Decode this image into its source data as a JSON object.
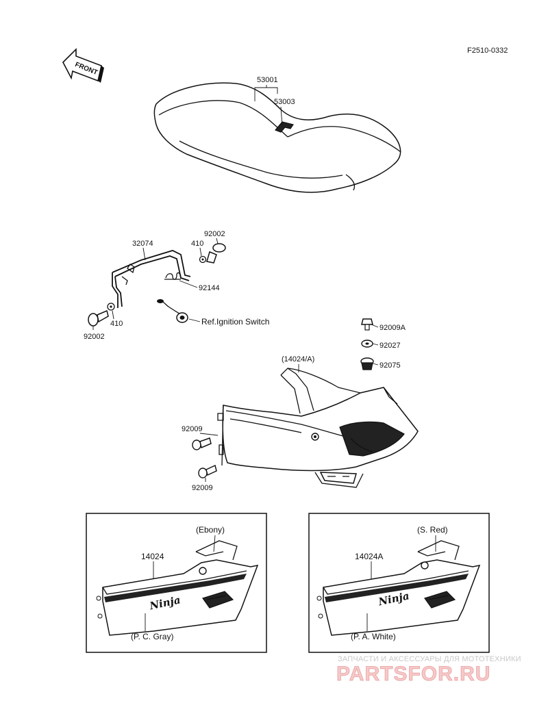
{
  "diagram_code": "F2510-0332",
  "front_arrow": {
    "label": "FRONT"
  },
  "parts": {
    "seat": "53001",
    "seat_strap": "53003",
    "bracket": "32074",
    "bolt_top": "92002",
    "washer_top": "410",
    "spring": "92144",
    "bolt_bottom": "92002",
    "washer_bottom": "410",
    "ignition_ref": "Ref.Ignition Switch",
    "cover_assy": "(14024/A)",
    "screw_top": "92009A",
    "washer_b": "92027",
    "damper": "92075",
    "screw_left_1": "92009",
    "screw_left_2": "92009"
  },
  "variants": [
    {
      "part_no": "14024",
      "color_top": "(Ebony)",
      "color_bottom": "(P. C. Gray)",
      "brand": "Ninja"
    },
    {
      "part_no": "14024A",
      "color_top": "(S. Red)",
      "color_bottom": "(P. A. White)",
      "brand": "Ninja"
    }
  ],
  "watermark": {
    "top": "ЗАПЧАСТИ И АКСЕССУАРЫ ДЛЯ МОТОТЕХНИКИ",
    "brand": "PARTSFOR.RU"
  }
}
